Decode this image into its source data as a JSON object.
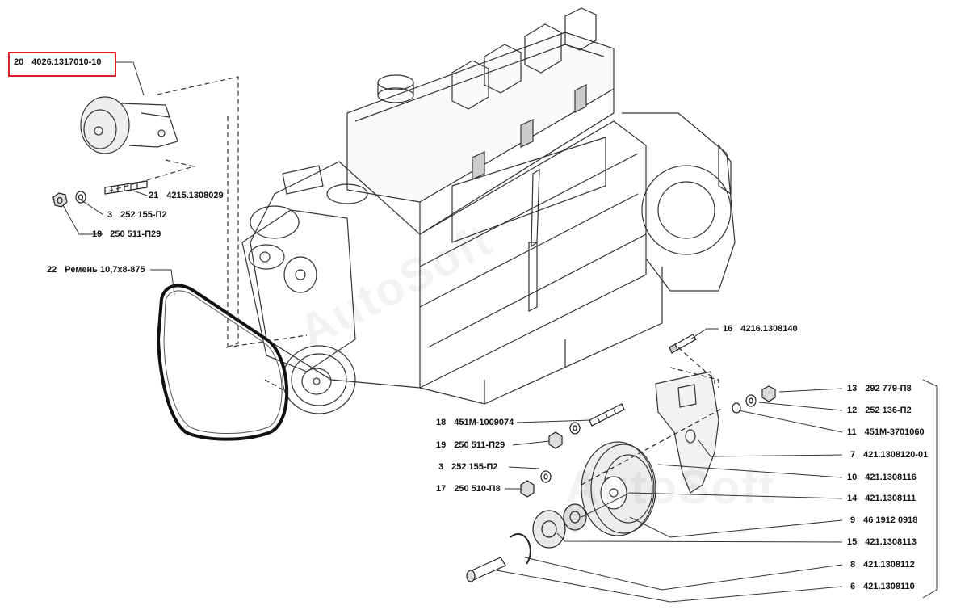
{
  "diagram": {
    "highlight_color": "#d7232a",
    "watermark": "AutoSoft",
    "parts": [
      {
        "no": "20",
        "code": "4026.1317010-10"
      },
      {
        "no": "21",
        "code": "4215.1308029"
      },
      {
        "no": "3",
        "code": "252 155-П2"
      },
      {
        "no": "19",
        "code": "250 511-П29"
      },
      {
        "no": "22",
        "code": "Ремень 10,7х8-875"
      },
      {
        "no": "16",
        "code": "4216.1308140"
      },
      {
        "no": "13",
        "code": "292 779-П8"
      },
      {
        "no": "12",
        "code": "252 136-П2"
      },
      {
        "no": "11",
        "code": "451М-3701060"
      },
      {
        "no": "7",
        "code": "421.1308120-01"
      },
      {
        "no": "10",
        "code": "421.1308116"
      },
      {
        "no": "14",
        "code": "421.1308111"
      },
      {
        "no": "9",
        "code": "46 1912 0918"
      },
      {
        "no": "15",
        "code": "421.1308113"
      },
      {
        "no": "8",
        "code": "421.1308112"
      },
      {
        "no": "6",
        "code": "421.1308110"
      },
      {
        "no": "18",
        "code": "451М-1009074"
      },
      {
        "no": "19",
        "code": "250 511-П29"
      },
      {
        "no": "3",
        "code": "252 155-П2"
      },
      {
        "no": "17",
        "code": "250 510-П8"
      }
    ]
  }
}
